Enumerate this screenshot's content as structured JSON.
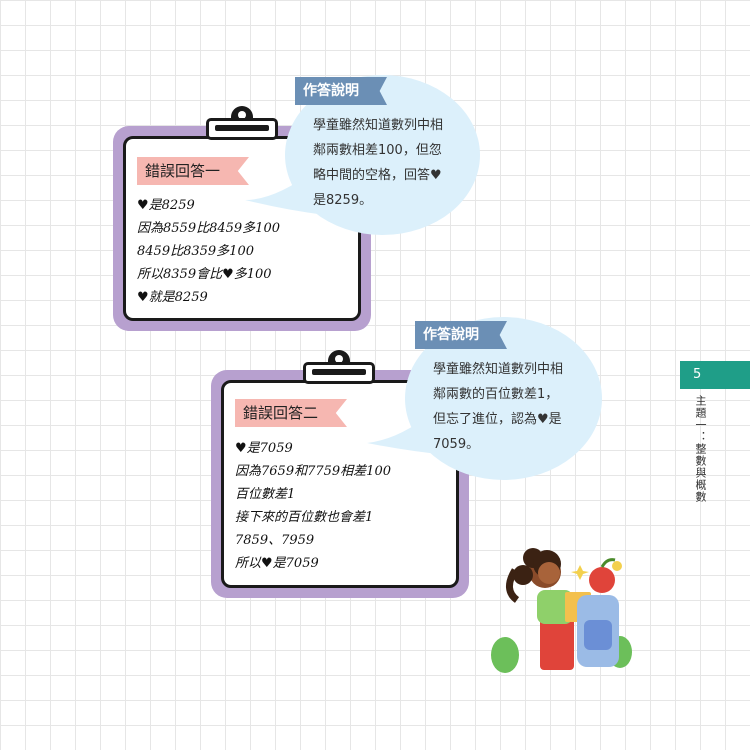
{
  "section": {
    "chapter_number": "5",
    "chapter_title": "主題一：整數與概數"
  },
  "card1": {
    "heading": "錯誤回答一",
    "lines": [
      "♥是8259",
      "因為8559比8459多100",
      "8459比8359多100",
      "所以8359會比♥多100",
      "♥就是8259"
    ]
  },
  "note1": {
    "tag": "作答說明",
    "lines": [
      "學童雖然知道數列中相",
      "鄰兩數相差100，但忽",
      "略中間的空格，回答♥",
      "是8259。"
    ]
  },
  "card2": {
    "heading": "錯誤回答二",
    "lines": [
      "♥是7059",
      "因為7659和7759相差100",
      "百位數差1",
      "接下來的百位數也會差1",
      "7859、7959",
      "所以♥是7059"
    ]
  },
  "note2": {
    "tag": "作答說明",
    "lines": [
      "學童雖然知道數列中相",
      "鄰兩數的百位數差1，",
      "但忘了進位，認為♥是",
      "7059。"
    ]
  },
  "colors": {
    "board_frame": "#b7a0cf",
    "ribbon": "#f6b7b1",
    "bubble": "#dcf0fb",
    "tag": "#6b8fb5",
    "chapter_tab": "#1f9e88"
  },
  "icons": [
    "clipboard-clip-icon",
    "student-reading-illustration"
  ]
}
